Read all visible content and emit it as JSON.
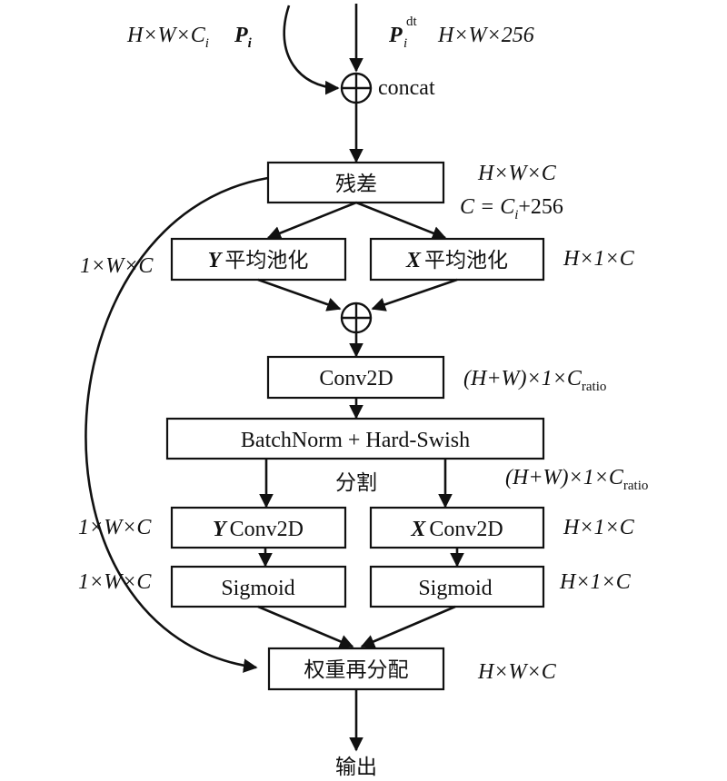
{
  "inputs": {
    "left_dims": "H×W×C",
    "left_dims_sub": "i",
    "left_symbol": "P",
    "left_symbol_sub": "i",
    "right_symbol": "P",
    "right_symbol_sub": "i",
    "right_symbol_sup": "dt",
    "right_dims": "H×W×256"
  },
  "concat_label": "concat",
  "nodes": {
    "residual": "残差",
    "y_pool_axis": "Y",
    "y_pool_label": "平均池化",
    "x_pool_axis": "X",
    "x_pool_label": "平均池化",
    "conv2d": "Conv2D",
    "bn_hswish": "BatchNorm + Hard-Swish",
    "split": "分割",
    "y_conv_axis": "Y",
    "y_conv_label": "Conv2D",
    "x_conv_axis": "X",
    "x_conv_label": "Conv2D",
    "y_sigmoid": "Sigmoid",
    "x_sigmoid": "Sigmoid",
    "reweight": "权重再分配",
    "output": "输出"
  },
  "dims": {
    "residual_hwc": "H×W×C",
    "c_eq_pre": "C = C",
    "c_eq_sub": "i",
    "c_eq_post": "+256",
    "side_1wc_top": "1×W×C",
    "x_pool_h1c": "H×1×C",
    "conv_hw_main": "(H+W)×1×C",
    "conv_hw_sub": "ratio",
    "split_hw_main": "(H+W)×1×C",
    "split_hw_sub": "ratio",
    "y_conv_1wc": "1×W×C",
    "x_conv_h1c": "H×1×C",
    "y_sig_1wc": "1×W×C",
    "x_sig_h1c": "H×1×C",
    "reweight_hwc": "H×W×C"
  }
}
